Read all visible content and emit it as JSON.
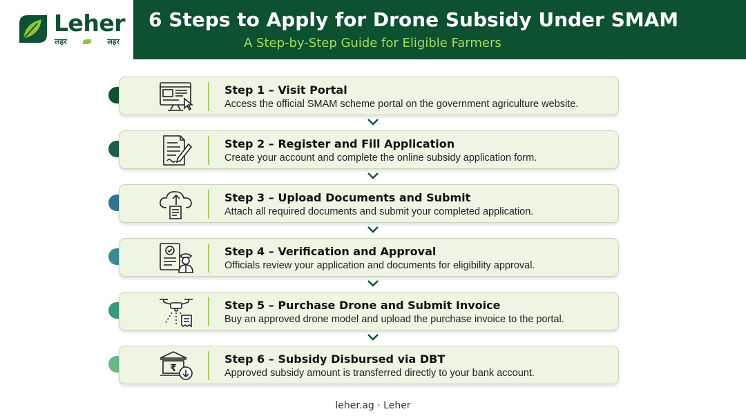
{
  "brand": {
    "name": "Leher",
    "sub_left": "लहर",
    "sub_right": "लहर"
  },
  "header": {
    "title": "6 Steps to Apply for Drone Subsidy Under SMAM",
    "subtitle": "A Step-by-Step Guide for Eligible Farmers"
  },
  "colors": {
    "header_bg": "#0d5131",
    "subtitle": "#a8dc62",
    "card_bg": "#eef5e2",
    "divider": "#a6d15a",
    "badge_1": "#0f5132",
    "badge_2": "#1d5e4e",
    "badge_3": "#2e7590",
    "badge_4": "#3c8a96",
    "badge_5": "#3a9a7a",
    "badge_6": "#69b88a"
  },
  "steps": [
    {
      "number": "1",
      "title": "Step 1 – Visit Portal",
      "description": "Access the official SMAM scheme portal on the government agriculture website.",
      "icon": "web-portal-icon"
    },
    {
      "number": "2",
      "title": "Step 2 – Register and Fill Application",
      "description": "Create your account and complete the online subsidy application form.",
      "icon": "form-pen-icon"
    },
    {
      "number": "3",
      "title": "Step 3 – Upload Documents and Submit",
      "description": "Attach all required documents and submit your completed application.",
      "icon": "cloud-upload-icon"
    },
    {
      "number": "4",
      "title": "Step 4 – Verification and Approval",
      "description": "Officials review your application and documents for eligibility approval.",
      "icon": "verification-officer-icon"
    },
    {
      "number": "5",
      "title": "Step 5 – Purchase Drone and Submit Invoice",
      "description": "Buy an approved drone model and upload the purchase invoice to the portal.",
      "icon": "drone-invoice-icon"
    },
    {
      "number": "6",
      "title": "Step 6 – Subsidy Disbursed via DBT",
      "description": "Approved subsidy amount is transferred directly to your bank account.",
      "icon": "bank-rupee-icon"
    }
  ],
  "footer": {
    "text": "leher.ag · Leher"
  }
}
